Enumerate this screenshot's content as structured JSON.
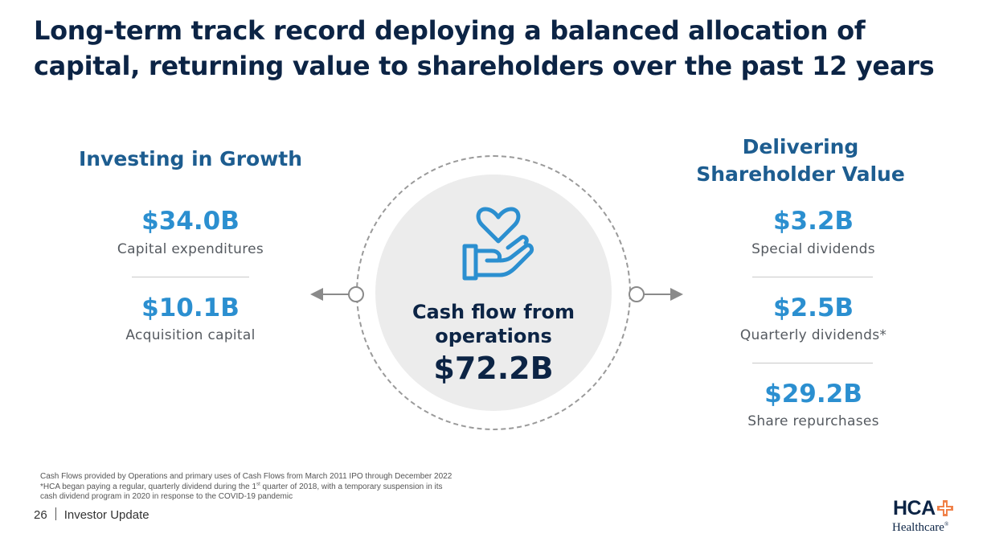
{
  "title": {
    "line1": "Long-term track record deploying a balanced allocation of",
    "line2": "capital, returning value to shareholders over the past 12 years"
  },
  "left": {
    "heading": "Investing in Growth",
    "items": [
      {
        "value": "$34.0B",
        "label": "Capital expenditures"
      },
      {
        "value": "$10.1B",
        "label": "Acquisition capital"
      }
    ]
  },
  "center": {
    "icon": "heart-in-hand-icon",
    "label_line1": "Cash flow from",
    "label_line2": "operations",
    "value": "$72.2B"
  },
  "right": {
    "heading_line1": "Delivering",
    "heading_line2": "Shareholder Value",
    "items": [
      {
        "value": "$3.2B",
        "label": "Special dividends"
      },
      {
        "value": "$2.5B",
        "label": "Quarterly dividends*"
      },
      {
        "value": "$29.2B",
        "label": "Share repurchases"
      }
    ]
  },
  "footnotes": {
    "line1": "Cash Flows provided by Operations and primary uses of Cash Flows from March 2011 IPO through December 2022",
    "line2_pre": "*HCA began paying a regular, quarterly dividend during the 1",
    "line2_sup": "st",
    "line2_post": " quarter of 2018, with a temporary suspension in its",
    "line3": "cash dividend program in 2020 in response to the COVID-19 pandemic"
  },
  "footer": {
    "page_number": "26",
    "label": "Investor Update"
  },
  "logo": {
    "wordmark": "HCA",
    "sub": "Healthcare",
    "registered": "®"
  },
  "colors": {
    "navy": "#0c2445",
    "heading_blue": "#1d5d90",
    "value_blue": "#2b8fd0",
    "logo_orange": "#f0824a"
  }
}
